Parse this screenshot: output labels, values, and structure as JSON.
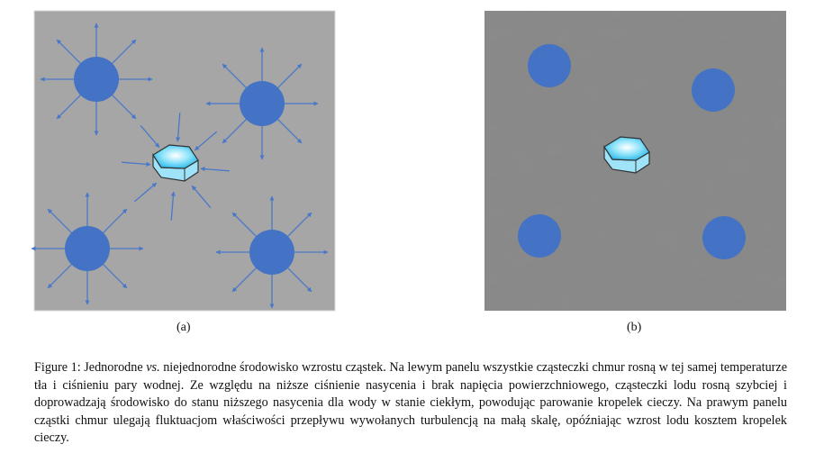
{
  "figure": {
    "panel_a_label": "(a)",
    "panel_b_label": "(b)",
    "colors": {
      "background_a": "#a6a6a6",
      "droplet": "#4472c4",
      "arrow": "#4a78c8",
      "ice": "#5fd0f0"
    },
    "caption": {
      "prefix": "Figure 1: Jednorodne ",
      "vs": "vs.",
      "text": " niejednorodne środowisko wzrostu cząstek. Na lewym panelu wszystkie cząsteczki chmur rosną w tej samej temperaturze tła i ciśnieniu pary wodnej. Ze względu na niższe ciśnienie nasycenia i brak napięcia powierzchniowego, cząsteczki lodu rosną szybciej i doprowadzają środowisko do stanu niższego nasycenia dla wody w stanie ciekłym, powodując parowanie kropelek cieczy. Na prawym panelu cząstki chmur ulegają fluktuacjom właściwości przepływu wywołanych turbulencją na małą skalę, opóźniając wzrost lodu kosztem kropelek cieczy."
    }
  }
}
